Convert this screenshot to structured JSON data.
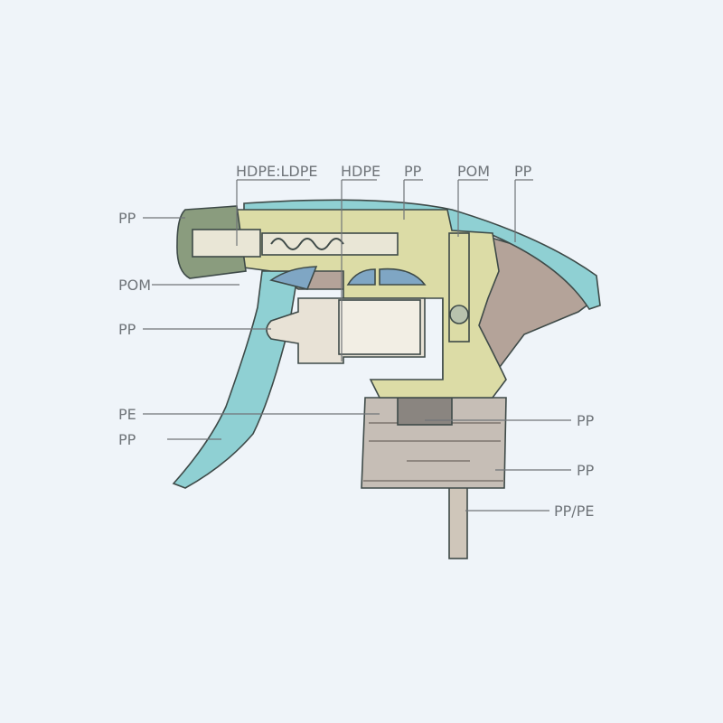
{
  "colors": {
    "background": "#eff4f9",
    "trigger_housing": "#8fd0d3",
    "body": "#dcdca6",
    "nozzle": "#8a9c7e",
    "piston": "#e8e2d6",
    "valve_blue": "#7fa6c4",
    "shroud": "#b4a399",
    "cap": "#c6beb6",
    "label": "#6f7479"
  },
  "labels": {
    "top": [
      "HDPE:LDPE",
      "HDPE",
      "PP",
      "POM",
      "PP"
    ],
    "left": [
      "PP",
      "POM",
      "PP",
      "PE",
      "PP"
    ],
    "right": [
      "PP",
      "PP",
      "PP/PE"
    ]
  }
}
